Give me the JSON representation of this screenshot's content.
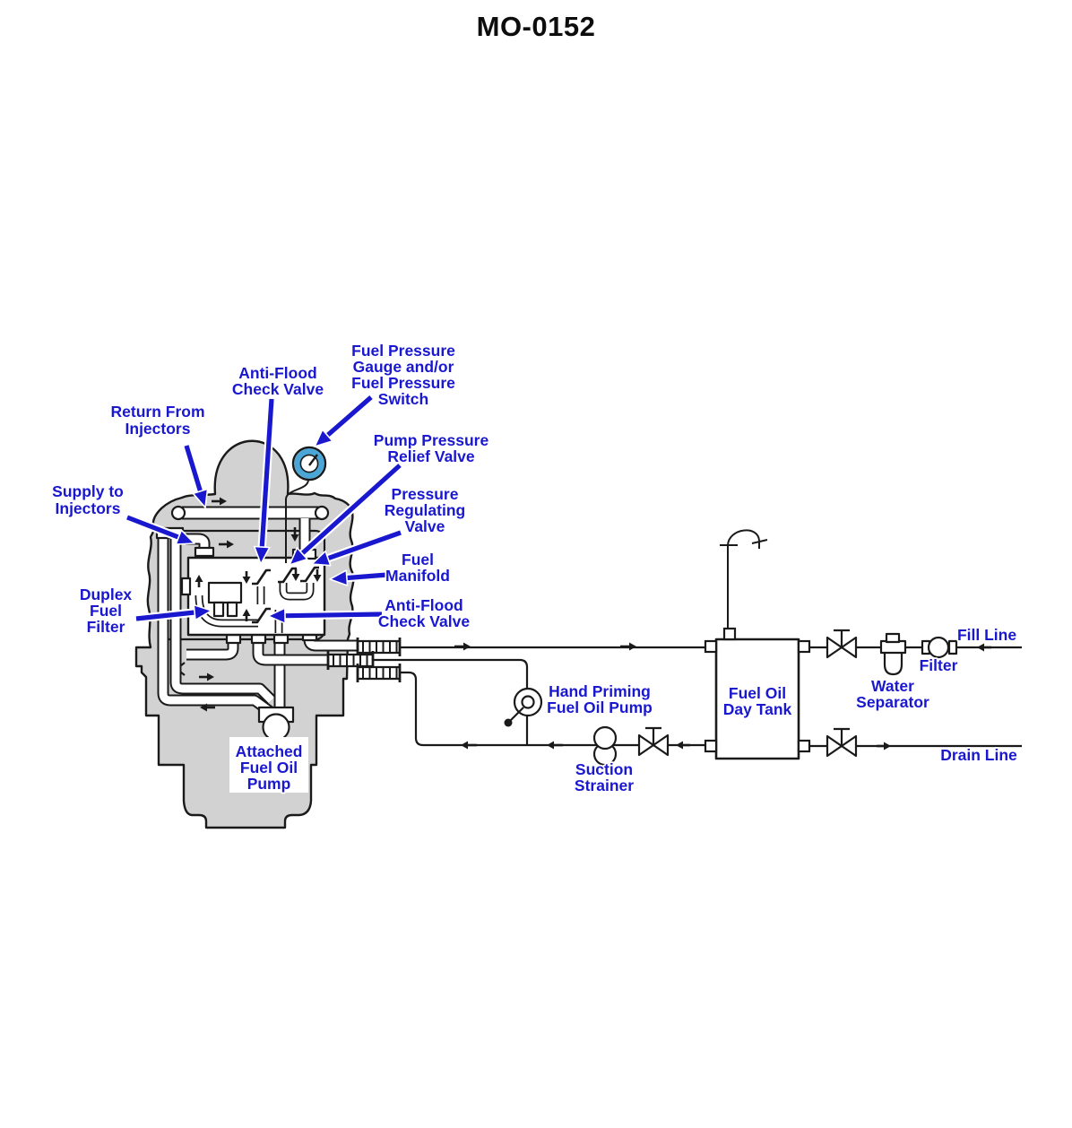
{
  "title": "MO-0152",
  "diagram": {
    "labels": {
      "return_from_injectors": {
        "lines": [
          "Return From",
          "Injectors"
        ]
      },
      "anti_flood_check_valve_top": {
        "lines": [
          "Anti-Flood",
          "Check Valve"
        ]
      },
      "fuel_pressure_gauge_switch": {
        "lines": [
          "Fuel Pressure",
          "Gauge and/or",
          "Fuel Pressure",
          "Switch"
        ]
      },
      "pump_pressure_relief_valve": {
        "lines": [
          "Pump Pressure",
          "Relief Valve"
        ]
      },
      "pressure_regulating_valve": {
        "lines": [
          "Pressure",
          "Regulating",
          "Valve"
        ]
      },
      "fuel_manifold": {
        "lines": [
          "Fuel",
          "Manifold"
        ]
      },
      "supply_to_injectors": {
        "lines": [
          "Supply to",
          "Injectors"
        ]
      },
      "duplex_fuel_filter": {
        "lines": [
          "Duplex",
          "Fuel",
          "Filter"
        ]
      },
      "anti_flood_check_valve_bottom": {
        "lines": [
          "Anti-Flood",
          "Check Valve"
        ]
      },
      "attached_fuel_oil_pump": {
        "lines": [
          "Attached",
          "Fuel Oil",
          "Pump"
        ]
      },
      "hand_priming_fuel_oil_pump": {
        "lines": [
          "Hand Priming",
          "Fuel Oil Pump"
        ]
      },
      "suction_strainer": {
        "lines": [
          "Suction",
          "Strainer"
        ]
      },
      "fuel_oil_day_tank": {
        "lines": [
          "Fuel Oil",
          "Day Tank"
        ]
      },
      "water_separator": {
        "lines": [
          "Water",
          "Separator"
        ]
      },
      "filter": {
        "lines": [
          "Filter"
        ]
      },
      "fill_line": {
        "lines": [
          "Fill Line"
        ]
      },
      "drain_line": {
        "lines": [
          "Drain Line"
        ]
      }
    },
    "colors": {
      "label_blue": "#1a18cf",
      "gauge_ring_blue": "#4aa6d6",
      "engine_gray": "#d2d2d2",
      "line_black": "#1a1a1a"
    }
  }
}
